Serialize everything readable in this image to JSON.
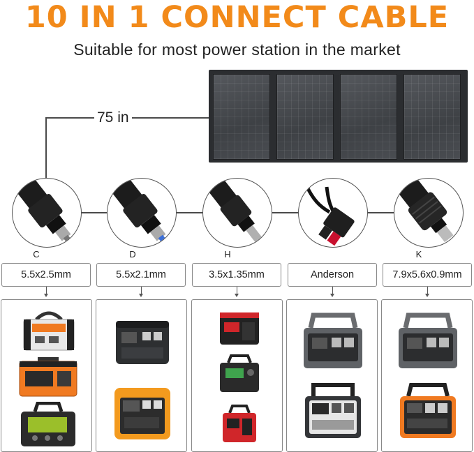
{
  "headline": "10 IN 1 CONNECT CABLE",
  "subtitle": "Suitable for most power station in the market",
  "cable_length": "75 in",
  "colors": {
    "headline": "#f28a1a",
    "accent_orange": "#f07a21",
    "dark": "#2b2d30"
  },
  "connectors": [
    {
      "letter": "C",
      "spec": "5.5x2.5mm",
      "icon": "dc-barrel-plug-icon"
    },
    {
      "letter": "D",
      "spec": "5.5x2.1mm",
      "icon": "dc-barrel-plug-icon"
    },
    {
      "letter": "H",
      "spec": "3.5x1.35mm",
      "icon": "dc-barrel-plug-icon"
    },
    {
      "letter": "",
      "spec": "Anderson",
      "icon": "anderson-plug-icon"
    },
    {
      "letter": "K",
      "spec": "7.9x5.6x0.9mm",
      "icon": "dc-barrel-plug-icon"
    }
  ]
}
